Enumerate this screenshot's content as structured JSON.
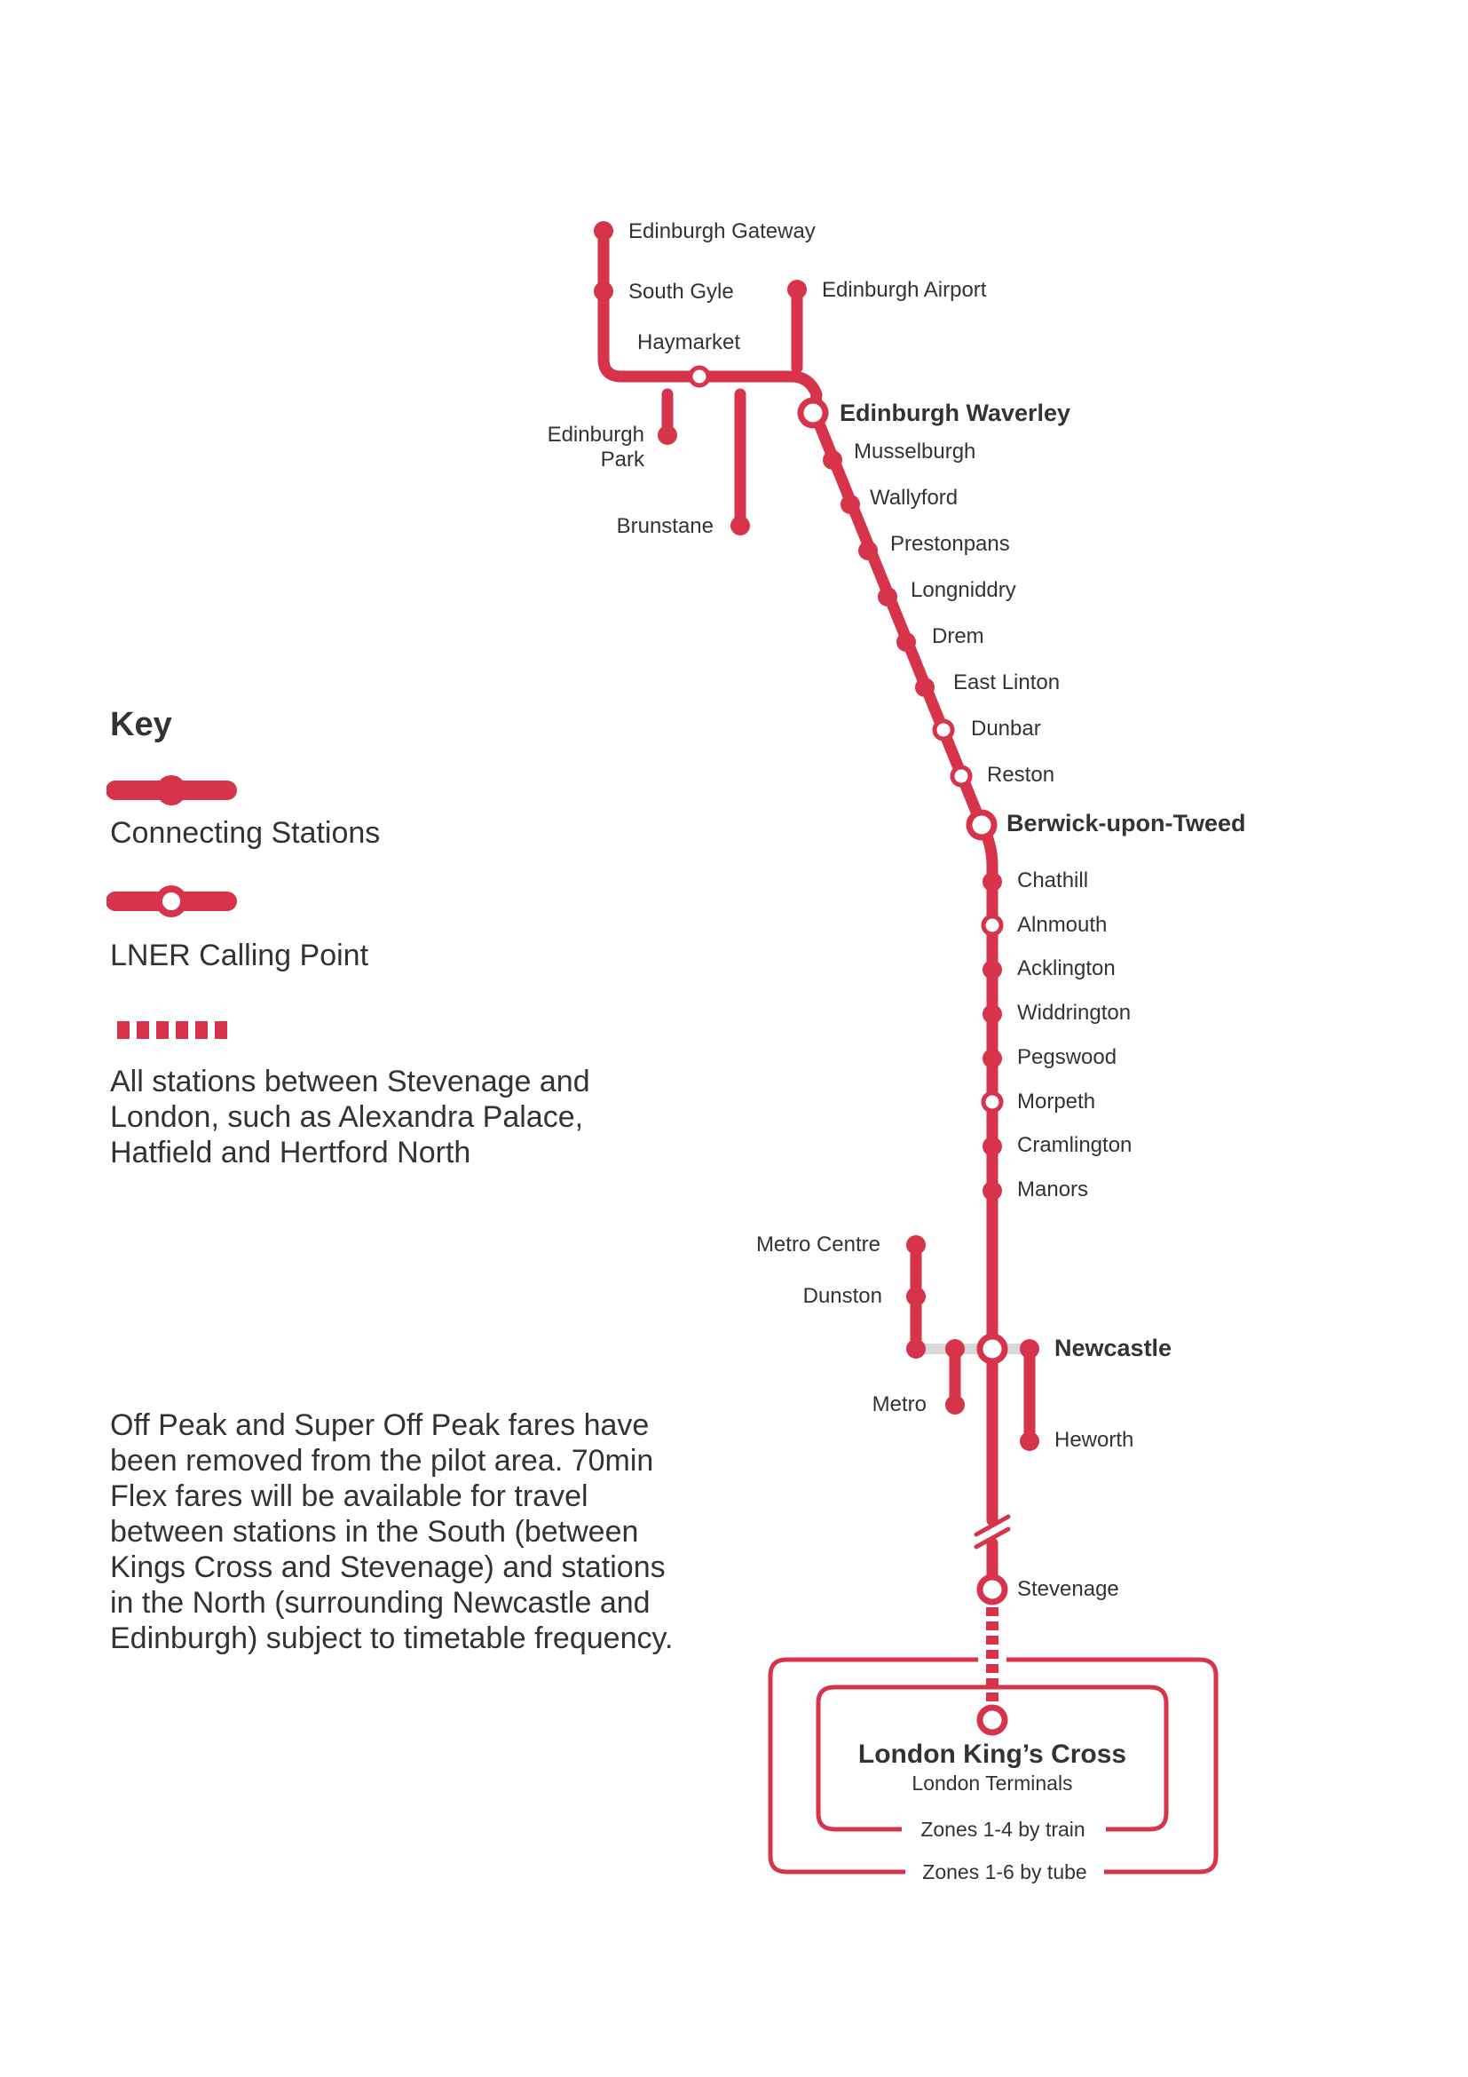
{
  "colors": {
    "line": "#d7344b",
    "text": "#333333",
    "metro_connector": "#d9d9d9",
    "background": "#ffffff"
  },
  "key": {
    "title": "Key",
    "items": [
      {
        "symbol": "connecting-station-symbol",
        "label": "Connecting Stations"
      },
      {
        "symbol": "lner-calling-point-symbol",
        "label": "LNER Calling Point"
      },
      {
        "symbol": "dashed-line-symbol",
        "label": "All stations between Stevenage and London, such as Alexandra Palace, Hatfield and Hertford North"
      }
    ]
  },
  "note": "Off Peak and Super Off Peak fares have been removed from the pilot area. 70min Flex fares will be available for travel between stations in the South (between Kings Cross and Stevenage) and stations in the North (surrounding Newcastle and Edinburgh) subject to timetable frequency.",
  "stations": {
    "edinburgh_gateway": "Edinburgh Gateway",
    "south_gyle": "South Gyle",
    "haymarket": "Haymarket",
    "edinburgh_airport": "Edinburgh Airport",
    "edinburgh_park_1": "Edinburgh",
    "edinburgh_park_2": "Park",
    "brunstane": "Brunstane",
    "edinburgh_waverley": "Edinburgh Waverley",
    "musselburgh": "Musselburgh",
    "wallyford": "Wallyford",
    "prestonpans": "Prestonpans",
    "longniddry": "Longniddry",
    "drem": "Drem",
    "east_linton": "East Linton",
    "dunbar": "Dunbar",
    "reston": "Reston",
    "berwick": "Berwick-upon-Tweed",
    "chathill": "Chathill",
    "alnmouth": "Alnmouth",
    "acklington": "Acklington",
    "widdrington": "Widdrington",
    "pegswood": "Pegswood",
    "morpeth": "Morpeth",
    "cramlington": "Cramlington",
    "manors": "Manors",
    "metro_centre": "Metro Centre",
    "dunston": "Dunston",
    "newcastle": "Newcastle",
    "metro": "Metro",
    "heworth": "Heworth",
    "stevenage": "Stevenage",
    "kings_cross": "London King’s Cross",
    "london_terminals": "London Terminals"
  },
  "zones": {
    "inner": "Zones 1-4 by train",
    "outer": "Zones 1-6 by tube"
  }
}
